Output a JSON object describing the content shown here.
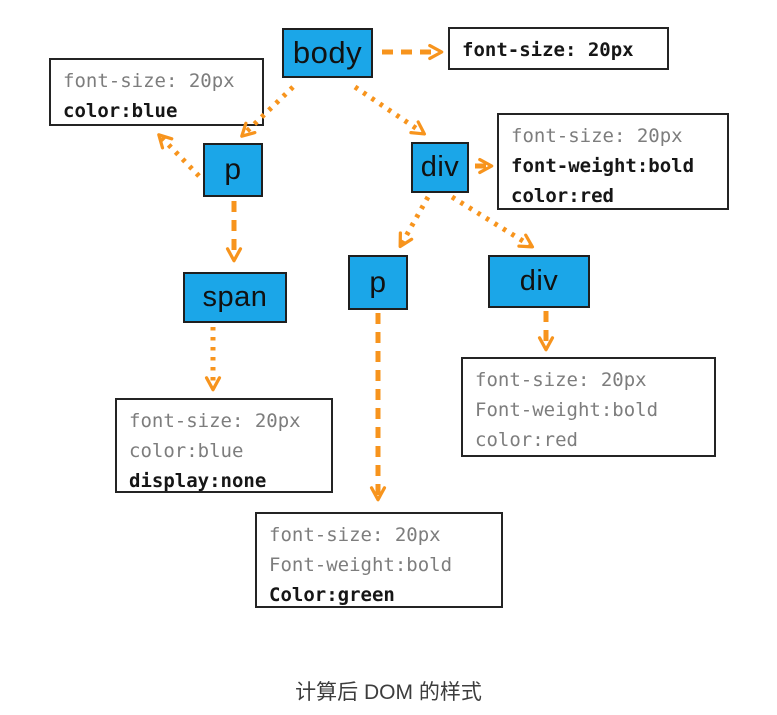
{
  "caption": "计算后 DOM 的样式",
  "colors": {
    "node_fill": "#1ba6e8",
    "arrow_orange": "#f7941d",
    "border_black": "#242424",
    "text_gray": "#7d7d7d",
    "text_black": "#161616"
  },
  "nodes": {
    "body": "body",
    "p1": "p",
    "div1": "div",
    "span1": "span",
    "p2": "p",
    "div2": "div"
  },
  "style_boxes": {
    "body_style": {
      "line1": "font-size: 20px"
    },
    "p_style": {
      "line1": "font-size: 20px",
      "line2": "color:blue"
    },
    "div_style": {
      "line1": "font-size: 20px",
      "line2": "font-weight:bold",
      "line3": "color:red"
    },
    "span_style": {
      "line1": "font-size: 20px",
      "line2": "color:blue",
      "line3": "display:none"
    },
    "div2_style": {
      "line1": "font-size: 20px",
      "line2": "Font-weight:bold",
      "line3": "color:red"
    },
    "p2_style": {
      "line1": "font-size: 20px",
      "line2": "Font-weight:bold",
      "line3": "Color:green"
    }
  }
}
